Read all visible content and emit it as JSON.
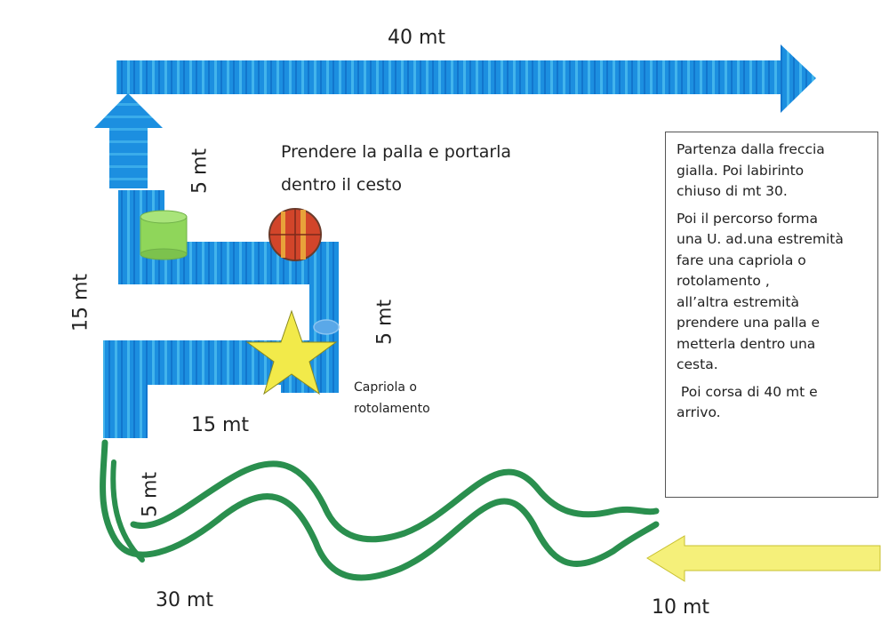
{
  "labels": {
    "top_run": "40 mt",
    "up_arrow": "5 mt",
    "left_side": "15 mt",
    "right_drop": "5 mt",
    "bottom_run": "15 mt",
    "snake_start": "5 mt",
    "snake_length": "30 mt",
    "start_arrow": "10 mt"
  },
  "instruction": [
    "Prendere la palla e portarla",
    "dentro il cesto"
  ],
  "roll_label": [
    "Capriola o",
    "rotolamento"
  ],
  "info_box": {
    "paragraph1": [
      "Partenza dalla freccia",
      "gialla. Poi labirinto",
      "chiuso di mt 30."
    ],
    "paragraph2": [
      "Poi il percorso forma",
      "una U. ad.una estremità",
      "fare una capriola o",
      "rotolamento ,",
      "all’altra estremità",
      "prendere una palla e",
      "metterla dentro una",
      "cesta."
    ],
    "paragraph3": [
      " Poi corsa di 40 mt e",
      "arrivo."
    ]
  },
  "colors": {
    "path_blue": "#1c8fe0",
    "path_stripe": "#4fc0f0",
    "star_yellow": "#f2ea4a",
    "start_arrow_yellow": "#f5f07a",
    "snake_green": "#2a8f4e",
    "basket_green": "#8fd65a",
    "ball_red": "#d2452a",
    "ball_orange": "#e8a23a"
  },
  "icons": [
    "start-arrow-icon",
    "finish-arrow-icon",
    "up-arrow-icon",
    "basket-icon",
    "ball-icon",
    "star-icon"
  ]
}
